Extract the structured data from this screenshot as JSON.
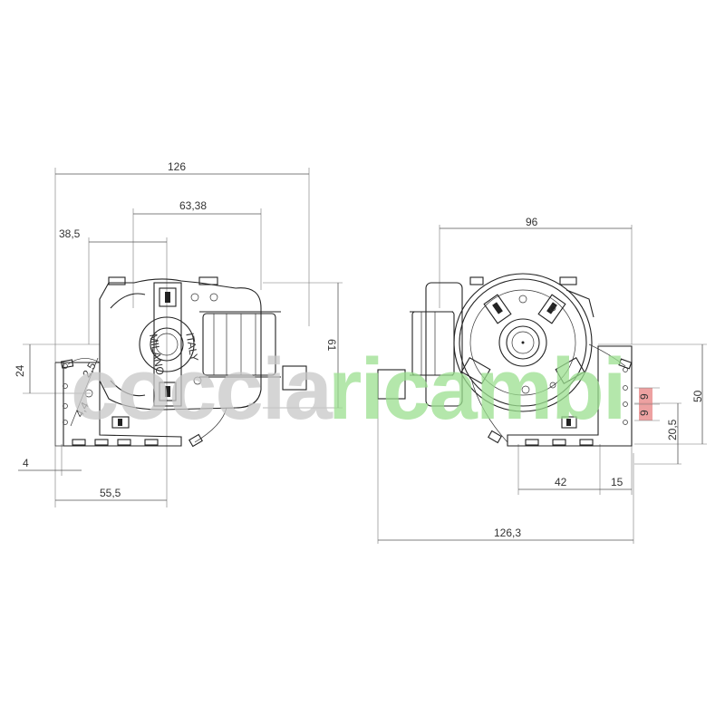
{
  "watermark": {
    "part1": "coccia",
    "part2": "ricambi",
    "color1": "#c8c8c8",
    "color2": "#9be08f"
  },
  "dimensions": {
    "d126": "126",
    "d6338": "63,38",
    "d385": "38,5",
    "d24": "24",
    "d25": "2,5",
    "d44": "4,4",
    "d4": "4",
    "d555": "55,5",
    "d61": "61",
    "d96": "96",
    "d50": "50",
    "d205": "20,5",
    "d9a": "9",
    "d9b": "9",
    "d42": "42",
    "d15": "15",
    "d1263": "126,3"
  },
  "labels": {
    "brand": "MILANO",
    "italy": "ITALY"
  },
  "highlight_color": "#e88a8a"
}
